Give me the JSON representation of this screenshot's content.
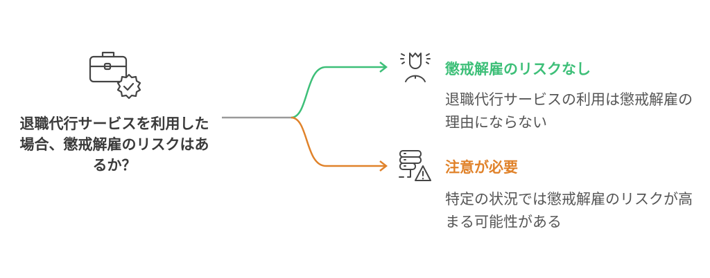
{
  "question": "退職代行サービスを利用した場合、懲戒解雇のリスクはあるか？",
  "colors": {
    "green": "#3dbf78",
    "orange": "#e0822a",
    "gray": "#999999"
  },
  "branches": [
    {
      "title": "懲戒解雇のリスクなし",
      "body": "退職代行サービスの利用は懲戒解雇の理由にならない",
      "icon": "person-crown-icon"
    },
    {
      "title": "注意が必要",
      "body": "特定の状況では懲戒解雇のリスクが高まる可能性がある",
      "icon": "server-warning-icon"
    }
  ]
}
